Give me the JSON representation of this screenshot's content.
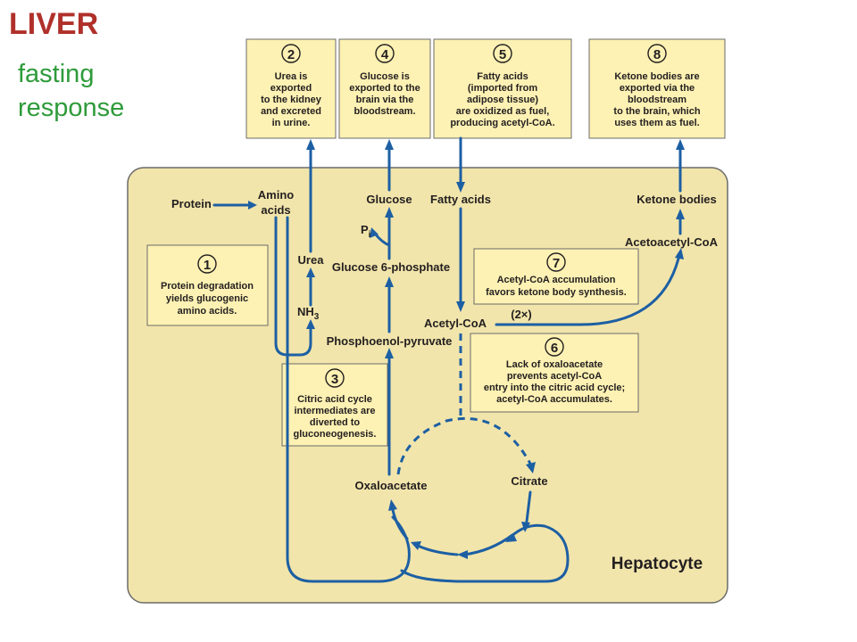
{
  "title": "LIVER",
  "subtitle": "fasting response",
  "cell_label": "Hepatocyte",
  "steps": [
    {
      "n": "1",
      "lines": [
        "Protein degradation",
        "yields glucogenic",
        "amino acids."
      ]
    },
    {
      "n": "2",
      "lines": [
        "Urea is",
        "exported",
        "to the kidney",
        "and excreted",
        "in urine."
      ]
    },
    {
      "n": "3",
      "lines": [
        "Citric acid cycle",
        "intermediates are",
        "diverted to",
        "gluconeogenesis."
      ]
    },
    {
      "n": "4",
      "lines": [
        "Glucose is",
        "exported to the",
        "brain via the",
        "bloodstream."
      ]
    },
    {
      "n": "5",
      "lines": [
        "Fatty acids",
        "(imported from",
        "adipose tissue)",
        "are oxidized as fuel,",
        "producing acetyl-CoA."
      ]
    },
    {
      "n": "6",
      "lines": [
        "Lack of oxaloacetate",
        "prevents acetyl-CoA",
        "entry into the citric acid cycle;",
        "acetyl-CoA accumulates."
      ]
    },
    {
      "n": "7",
      "lines": [
        "Acetyl-CoA accumulation",
        "favors ketone body synthesis."
      ]
    },
    {
      "n": "8",
      "lines": [
        "Ketone bodies are",
        "exported via the",
        "bloodstream",
        "to the brain, which",
        "uses them as fuel."
      ]
    }
  ],
  "metabolites": {
    "protein": "Protein",
    "amino_acids_1": "Amino",
    "amino_acids_2": "acids",
    "urea": "Urea",
    "nh3": "NH",
    "nh3_sub": "3",
    "glucose": "Glucose",
    "pi": "P",
    "pi_sub": "i",
    "g6p": "Glucose 6-phosphate",
    "pep": "Phosphoenol-pyruvate",
    "fatty_acids": "Fatty acids",
    "acetyl_coa": "Acetyl-CoA",
    "two_x": "(2×)",
    "acetoacetyl_coa": "Acetoacetyl-CoA",
    "ketone_bodies": "Ketone bodies",
    "oxaloacetate": "Oxaloacetate",
    "citrate": "Citrate"
  },
  "colors": {
    "title": "#b0302a",
    "subtitle": "#2e9b3a",
    "arrow": "#1d5fa3",
    "cell": "#f2e5ab",
    "note": "#fdf1b3"
  }
}
